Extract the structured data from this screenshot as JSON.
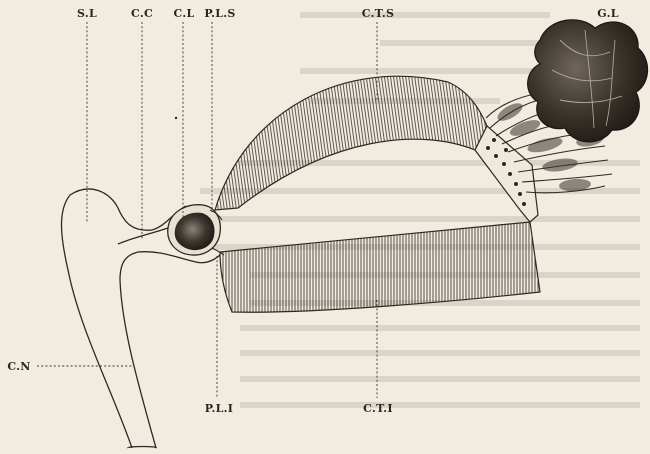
{
  "labels": {
    "sl": "S.L",
    "cc": "C.C",
    "cl": "C.L",
    "pls": "P.L.S",
    "cts": "C.T.S",
    "gl": "G.L",
    "cn": "C.N",
    "pli": "P.L.I",
    "cti": "C.T.I"
  },
  "colors": {
    "paper": "#f1ece0",
    "ink": "#2e2822"
  }
}
